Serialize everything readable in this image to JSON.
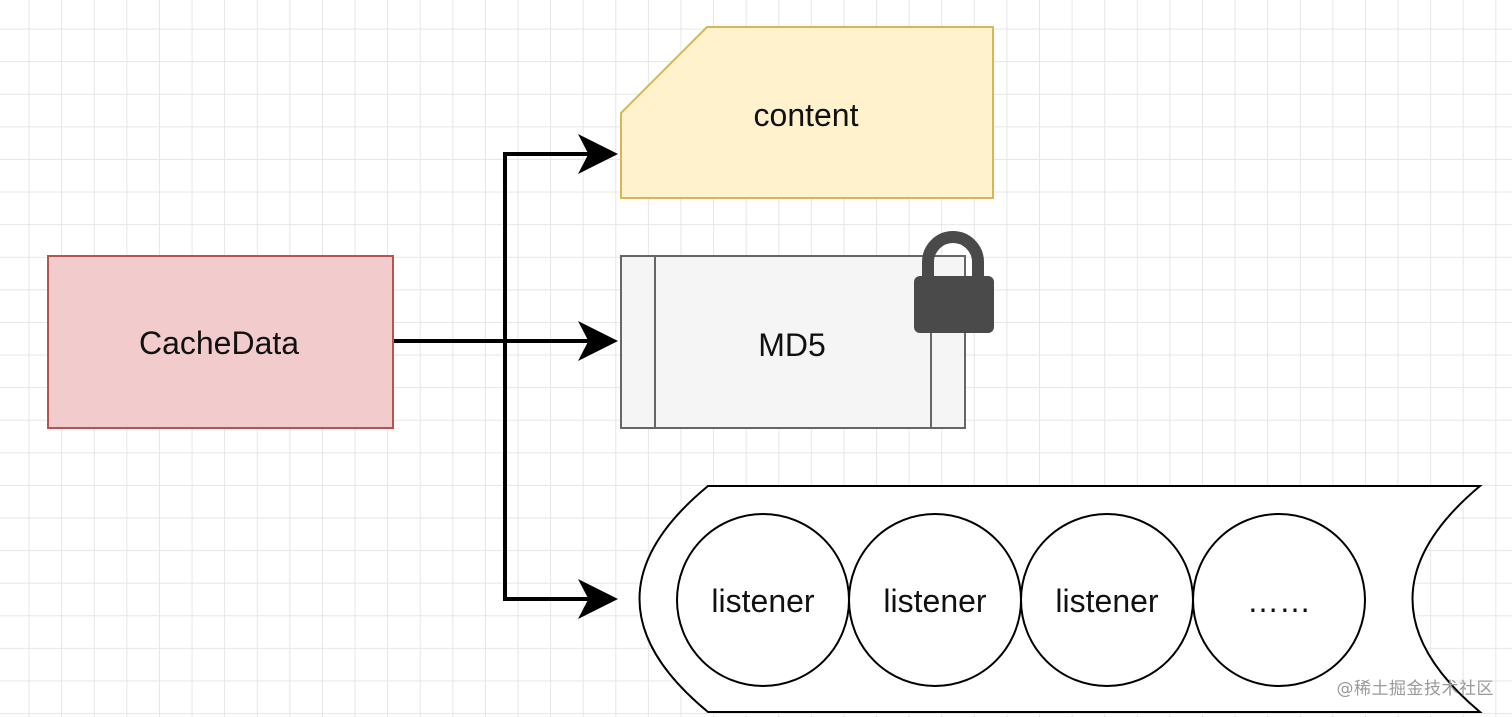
{
  "nodes": {
    "cache_data": {
      "label": "CacheData",
      "fill": "#f2cccc",
      "stroke": "#b85450"
    },
    "content": {
      "label": "content",
      "fill": "#fff2cc",
      "stroke": "#d6b656"
    },
    "md5": {
      "label": "MD5",
      "fill": "#f5f5f5",
      "stroke": "#666666"
    },
    "listeners": {
      "items": [
        "listener",
        "listener",
        "listener",
        "……"
      ]
    }
  },
  "icons": {
    "lock": "lock-icon"
  },
  "watermark": "@稀土掘金技术社区"
}
